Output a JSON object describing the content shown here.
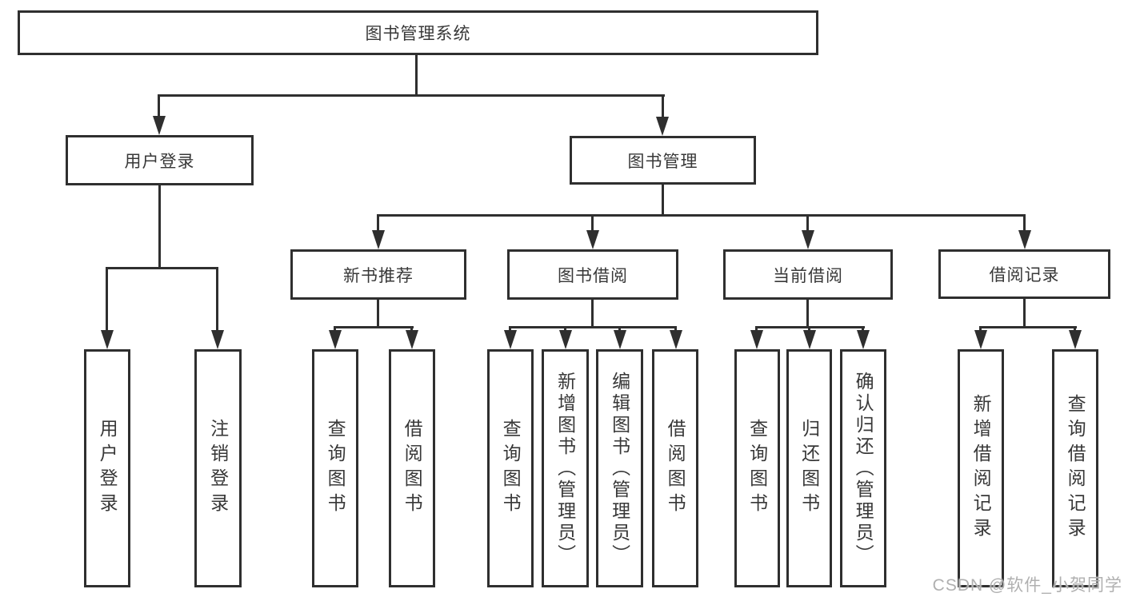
{
  "colors": {
    "line": "#2f2f2f",
    "text": "#383838",
    "watermark_text": "#b0b0b0",
    "background": "#ffffff"
  },
  "root": {
    "label": "图书管理系统"
  },
  "level2": {
    "login": {
      "label": "用户登录"
    },
    "mgmt": {
      "label": "图书管理"
    }
  },
  "level3": {
    "rec": {
      "label": "新书推荐"
    },
    "borrow": {
      "label": "图书借阅"
    },
    "current": {
      "label": "当前借阅"
    },
    "records": {
      "label": "借阅记录"
    }
  },
  "leaves": {
    "login": [
      "用户登录",
      "注销登录"
    ],
    "rec": [
      "查询图书",
      "借阅图书"
    ],
    "borrow": [
      "查询图书",
      "新增图书（管理员）",
      "编辑图书（管理员）",
      "借阅图书"
    ],
    "current": [
      "查询图书",
      "归还图书",
      "确认归还（管理员）"
    ],
    "records": [
      "新增借阅记录",
      "查询借阅记录"
    ]
  },
  "watermark": "CSDN @软件_小贺同学"
}
